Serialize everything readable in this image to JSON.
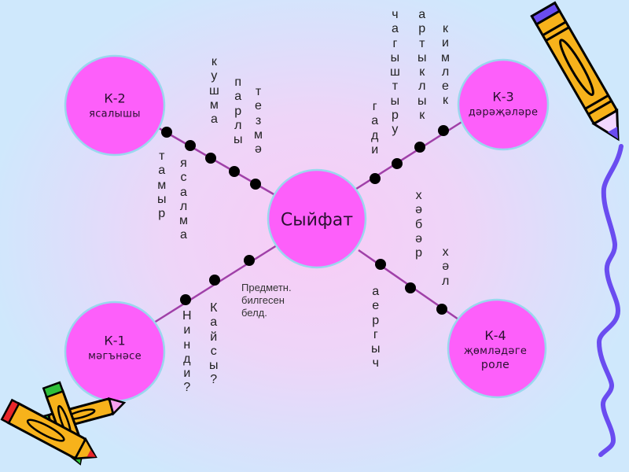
{
  "center": {
    "label": "Сыйфат"
  },
  "nodes": [
    {
      "id": "k2",
      "code": "К-2",
      "desc": [
        "ясалышы"
      ]
    },
    {
      "id": "k3",
      "code": "К-3",
      "desc": [
        "дәрәҗәләре"
      ]
    },
    {
      "id": "k1",
      "code": "К-1",
      "desc": [
        "мәгънәсе"
      ]
    },
    {
      "id": "k4",
      "code": "К-4",
      "desc": [
        "җөмләдәге",
        "роле"
      ]
    }
  ],
  "branches": {
    "k2": {
      "words": [
        "тамыр",
        "ясалма",
        "кушма",
        "парлы",
        "тезмә"
      ]
    },
    "k3": {
      "words": [
        "гади",
        "чагыштыру",
        "артыклык",
        "кимлек"
      ]
    },
    "k1": {
      "words": [
        "Нинди?",
        "Кайсы?"
      ],
      "note": "Предметн.\nбилгесен\nбелд."
    },
    "k4": {
      "words": [
        "аергыч",
        "хәбәр",
        "хәл"
      ]
    }
  },
  "colors": {
    "node_fill": "#fd5ffa",
    "node_stroke": "#9ad7ee",
    "connector": "#a040a8",
    "dot": "#000000",
    "squiggle": "#6a4cf0",
    "pencil_body": "#f7b21b"
  },
  "decorations": [
    "pencil-icon-top-right",
    "crayons-icon-bottom-left",
    "squiggle-line"
  ]
}
